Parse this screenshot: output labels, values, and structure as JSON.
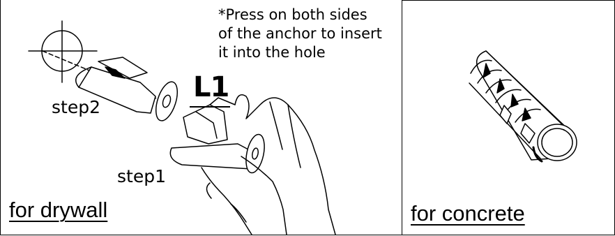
{
  "drywall_panel": {
    "note_lines": [
      "*Press on both sides",
      "of the anchor to insert",
      "it into the hole"
    ],
    "step1_label": "step1",
    "step2_label": "step2",
    "part_label": "L1",
    "caption": "for drywall"
  },
  "concrete_panel": {
    "caption": "for concrete"
  }
}
